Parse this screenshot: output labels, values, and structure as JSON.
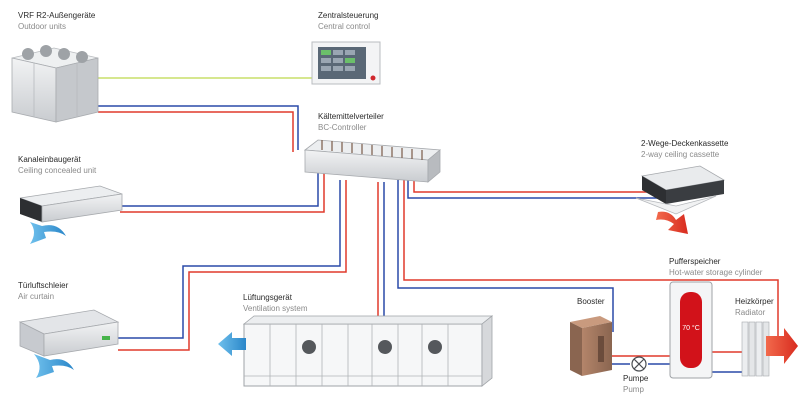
{
  "colors": {
    "refrigerant_hot": "#e03a2c",
    "refrigerant_cold": "#2a4aa8",
    "control_line": "#c9df6a",
    "airflow_cold": "#3b9ed8",
    "airflow_hot": "#e8402a",
    "unit_gray": "#d7d9dc",
    "tank_red": "#d2121a"
  },
  "labels": {
    "outdoor": {
      "de": "VRF R2-Außengeräte",
      "en": "Outdoor units"
    },
    "central": {
      "de": "Zentralsteuerung",
      "en": "Central control"
    },
    "bc": {
      "de": "Kältemittelverteiler",
      "en": "BC-Controller"
    },
    "cassette": {
      "de": "2-Wege-Deckenkassette",
      "en": "2-way ceiling cassette"
    },
    "concealed": {
      "de": "Kanaleinbaugerät",
      "en": "Ceiling concealed unit"
    },
    "curtain": {
      "de": "Türluftschleier",
      "en": "Air curtain"
    },
    "ventilation": {
      "de": "Lüftungsgerät",
      "en": "Ventilation system"
    },
    "booster": {
      "de": "Booster"
    },
    "pump": {
      "de": "Pumpe",
      "en": "Pump"
    },
    "storage": {
      "de": "Pufferspeicher",
      "en": "Hot-water storage cylinder"
    },
    "radiator": {
      "de": "Heizkörper",
      "en": "Radiator"
    },
    "tank_temp": "70 °C"
  },
  "icons": {
    "outdoor_units": "outdoor-unit-icon",
    "central_control": "touch-controller-icon",
    "bc_controller": "bc-controller-icon",
    "cassette": "ceiling-cassette-icon",
    "concealed": "ducted-unit-icon",
    "curtain": "air-curtain-icon",
    "ventilation": "ventilation-unit-icon",
    "booster": "booster-icon",
    "pump": "pump-icon",
    "storage": "storage-tank-icon",
    "radiator": "radiator-icon"
  }
}
